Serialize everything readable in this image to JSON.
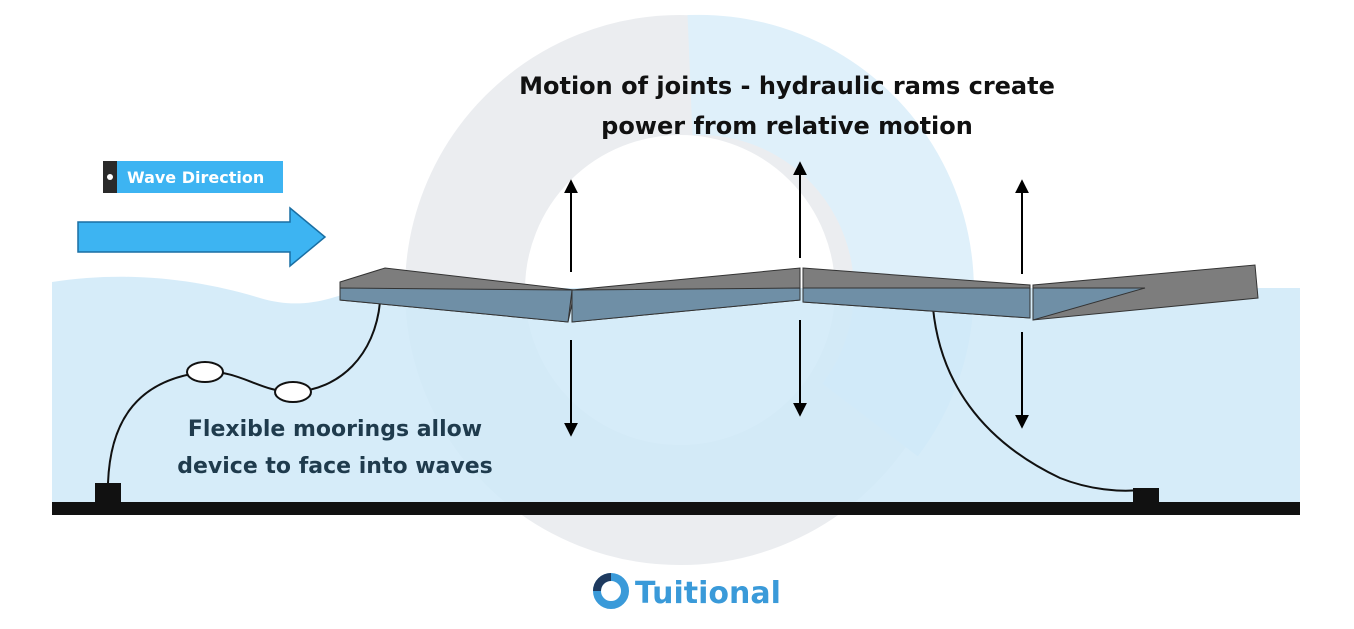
{
  "labels": {
    "wave_direction": "Wave Direction",
    "joints_line1": "Motion of joints - hydraulic rams create",
    "joints_line2": "power from relative motion",
    "moorings_line1": "Flexible moorings allow",
    "moorings_line2": "device to face into waves",
    "brand": "Tuitional"
  },
  "colors": {
    "water": "#cfe9f8",
    "arrow_fill": "#3db4f2",
    "tag_fill": "#3db4f2",
    "segment_above_water": "#7d7d7d",
    "segment_below_water": "#6f8fa6",
    "seabed": "#111111",
    "watermark_gray": "#ebedf0",
    "watermark_blue": "#d9eef9",
    "brand": "#3a9ad9"
  },
  "icons": {
    "wave_direction_arrow": "right-arrow-icon",
    "joint_arrows": "double-headed-vertical-arrow-icon",
    "brand_logo": "ring-logo-icon"
  }
}
